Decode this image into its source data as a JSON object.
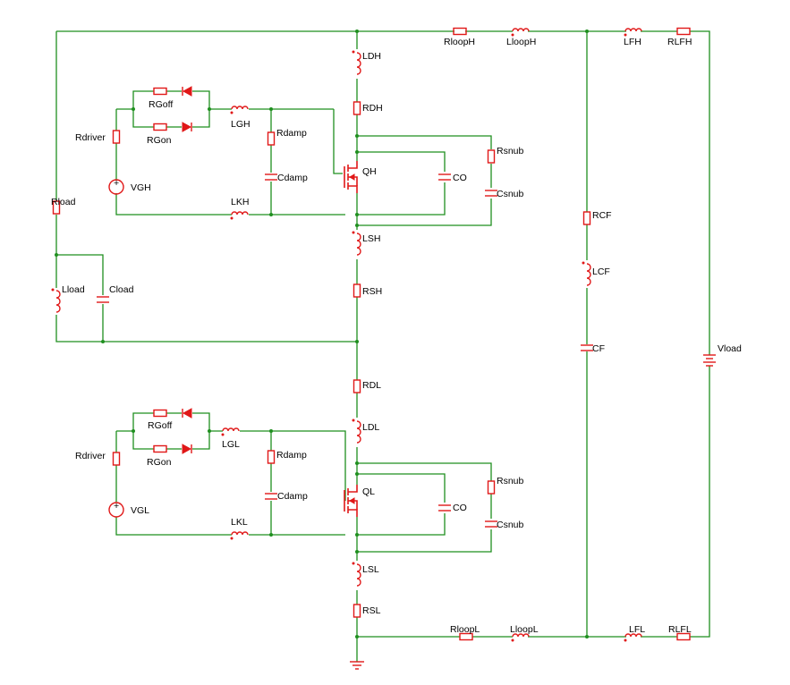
{
  "labels": {
    "RloopH": "RloopH",
    "LloopH": "LloopH",
    "LFH": "LFH",
    "RLFH": "RLFH",
    "LDH": "LDH",
    "RDH": "RDH",
    "QH": "QH",
    "CO_H": "CO",
    "Rsnub_H": "Rsnub",
    "Csnub_H": "Csnub",
    "LSH": "LSH",
    "RSH": "RSH",
    "RGoff_H": "RGoff",
    "RGon_H": "RGon",
    "LGH": "LGH",
    "Rdriver_H": "Rdriver",
    "VGH": "VGH",
    "Rdamp_H": "Rdamp",
    "Cdamp_H": "Cdamp",
    "LKH": "LKH",
    "Rload": "Rload",
    "Lload": "Lload",
    "Cload": "Cload",
    "RCF": "RCF",
    "LCF": "LCF",
    "CF": "CF",
    "Vload": "Vload",
    "RDL": "RDL",
    "LDL": "LDL",
    "QL": "QL",
    "CO_L": "CO",
    "Rsnub_L": "Rsnub",
    "Csnub_L": "Csnub",
    "LSL": "LSL",
    "RSL": "RSL",
    "RGoff_L": "RGoff",
    "RGon_L": "RGon",
    "LGL": "LGL",
    "Rdriver_L": "Rdriver",
    "VGL": "VGL",
    "Rdamp_L": "Rdamp",
    "Cdamp_L": "Cdamp",
    "LKL": "LKL",
    "RloopL": "RloopL",
    "LloopL": "LloopL",
    "LFL": "LFL",
    "RLFL": "RLFL"
  },
  "colors": {
    "wire": "#1f8f1f",
    "component": "#e01818",
    "text": "#000000"
  }
}
